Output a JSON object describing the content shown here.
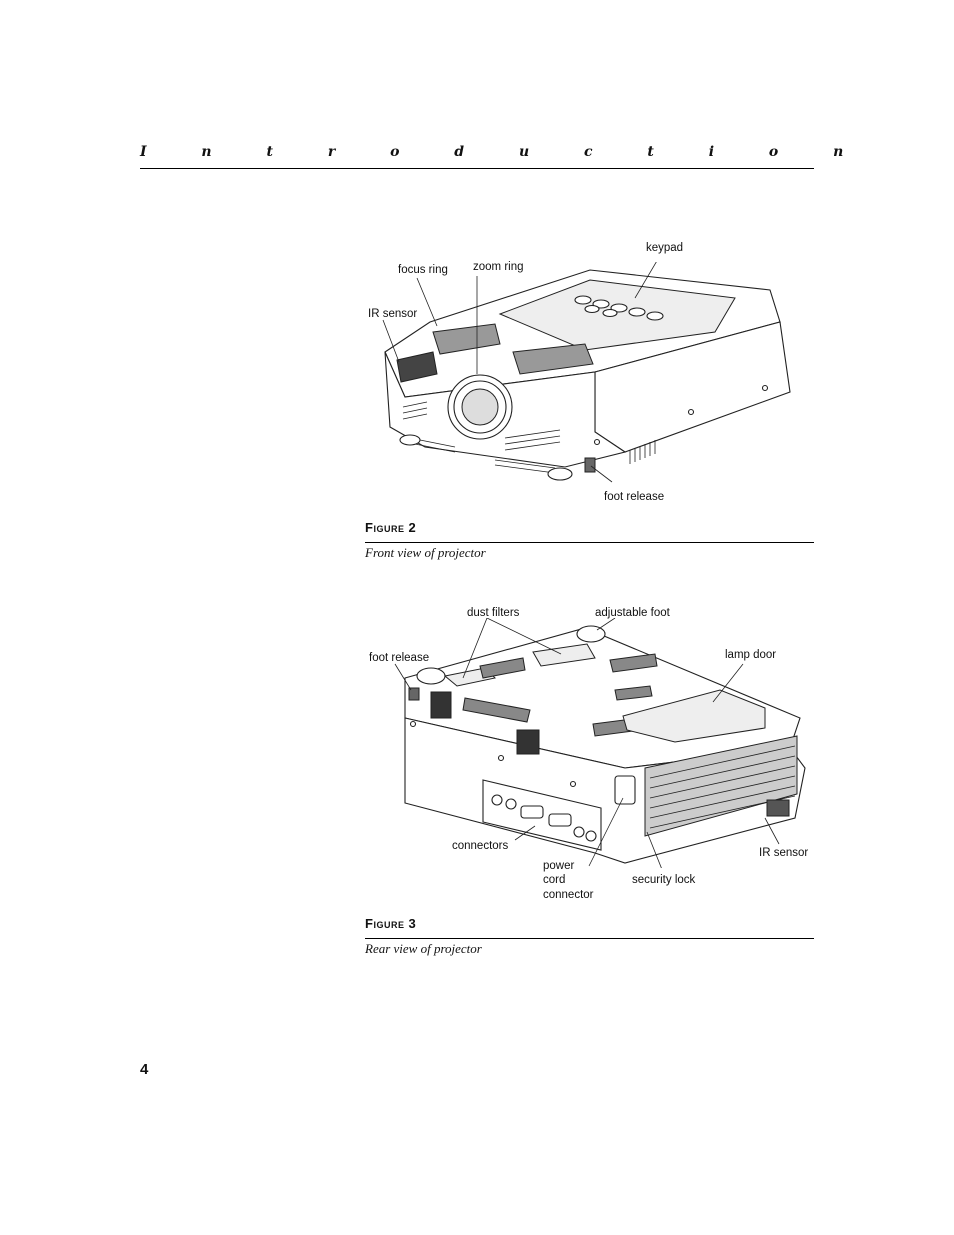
{
  "header": {
    "title": "I n t r o d u c t i o n"
  },
  "page_number": "4",
  "figure2": {
    "label": "Figure 2",
    "caption": "Front view of projector",
    "callouts": {
      "keypad": "keypad",
      "focus_ring": "focus ring",
      "zoom_ring": "zoom ring",
      "ir_sensor": "IR sensor",
      "foot_release": "foot release"
    }
  },
  "figure3": {
    "label": "Figure 3",
    "caption": "Rear view of projector",
    "callouts": {
      "dust_filters": "dust filters",
      "adjustable_foot": "adjustable foot",
      "foot_release": "foot release",
      "lamp_door": "lamp door",
      "connectors": "connectors",
      "power_cord_line1": "power",
      "power_cord_line2": "cord",
      "power_cord_line3": "connector",
      "security_lock": "security lock",
      "ir_sensor": "IR sensor"
    }
  }
}
